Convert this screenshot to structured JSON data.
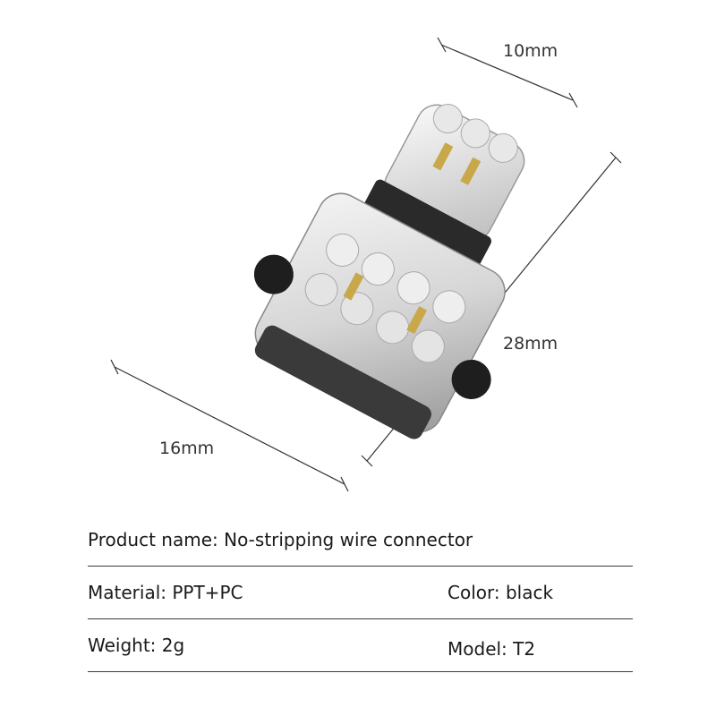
{
  "dimensions": {
    "top": "10mm",
    "right": "28mm",
    "bottom": "16mm"
  },
  "specs": {
    "product_name": "Product name: No-stripping wire connector",
    "material": "Material: PPT+PC",
    "color": "Color: black",
    "weight": "Weight: 2g",
    "model": "Model: T2"
  }
}
